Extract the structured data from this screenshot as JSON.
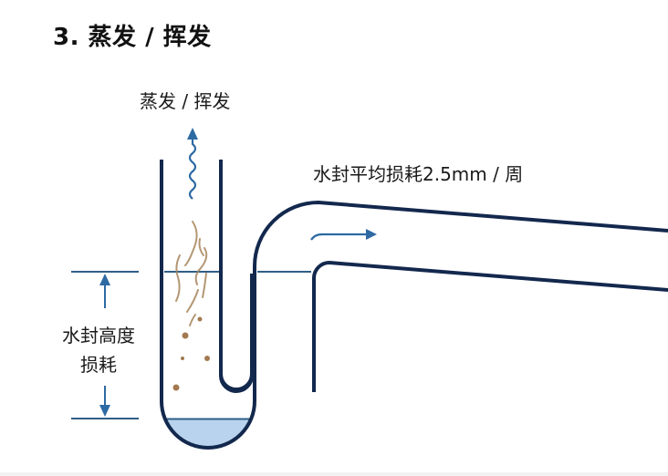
{
  "title": "3. 蒸发 / 挥发",
  "labels": {
    "evaporation": "蒸发 / 挥发",
    "average_loss": "水封平均损耗2.5mm / 周",
    "height_loss_line1": "水封高度",
    "height_loss_line2": "损耗"
  },
  "colors": {
    "pipe": "#13284d",
    "water_line": "#2f5f86",
    "water_fill": "#b9d3ee",
    "arrow": "#2e6aa3",
    "vapor": "#a7865c",
    "particle": "#a37a4f"
  },
  "icons": {
    "evaporation_arrow": "wavy-up-arrow-icon",
    "flow_arrow": "right-arrow-icon",
    "dimension_arrows": "up-down-arrow-icon"
  }
}
